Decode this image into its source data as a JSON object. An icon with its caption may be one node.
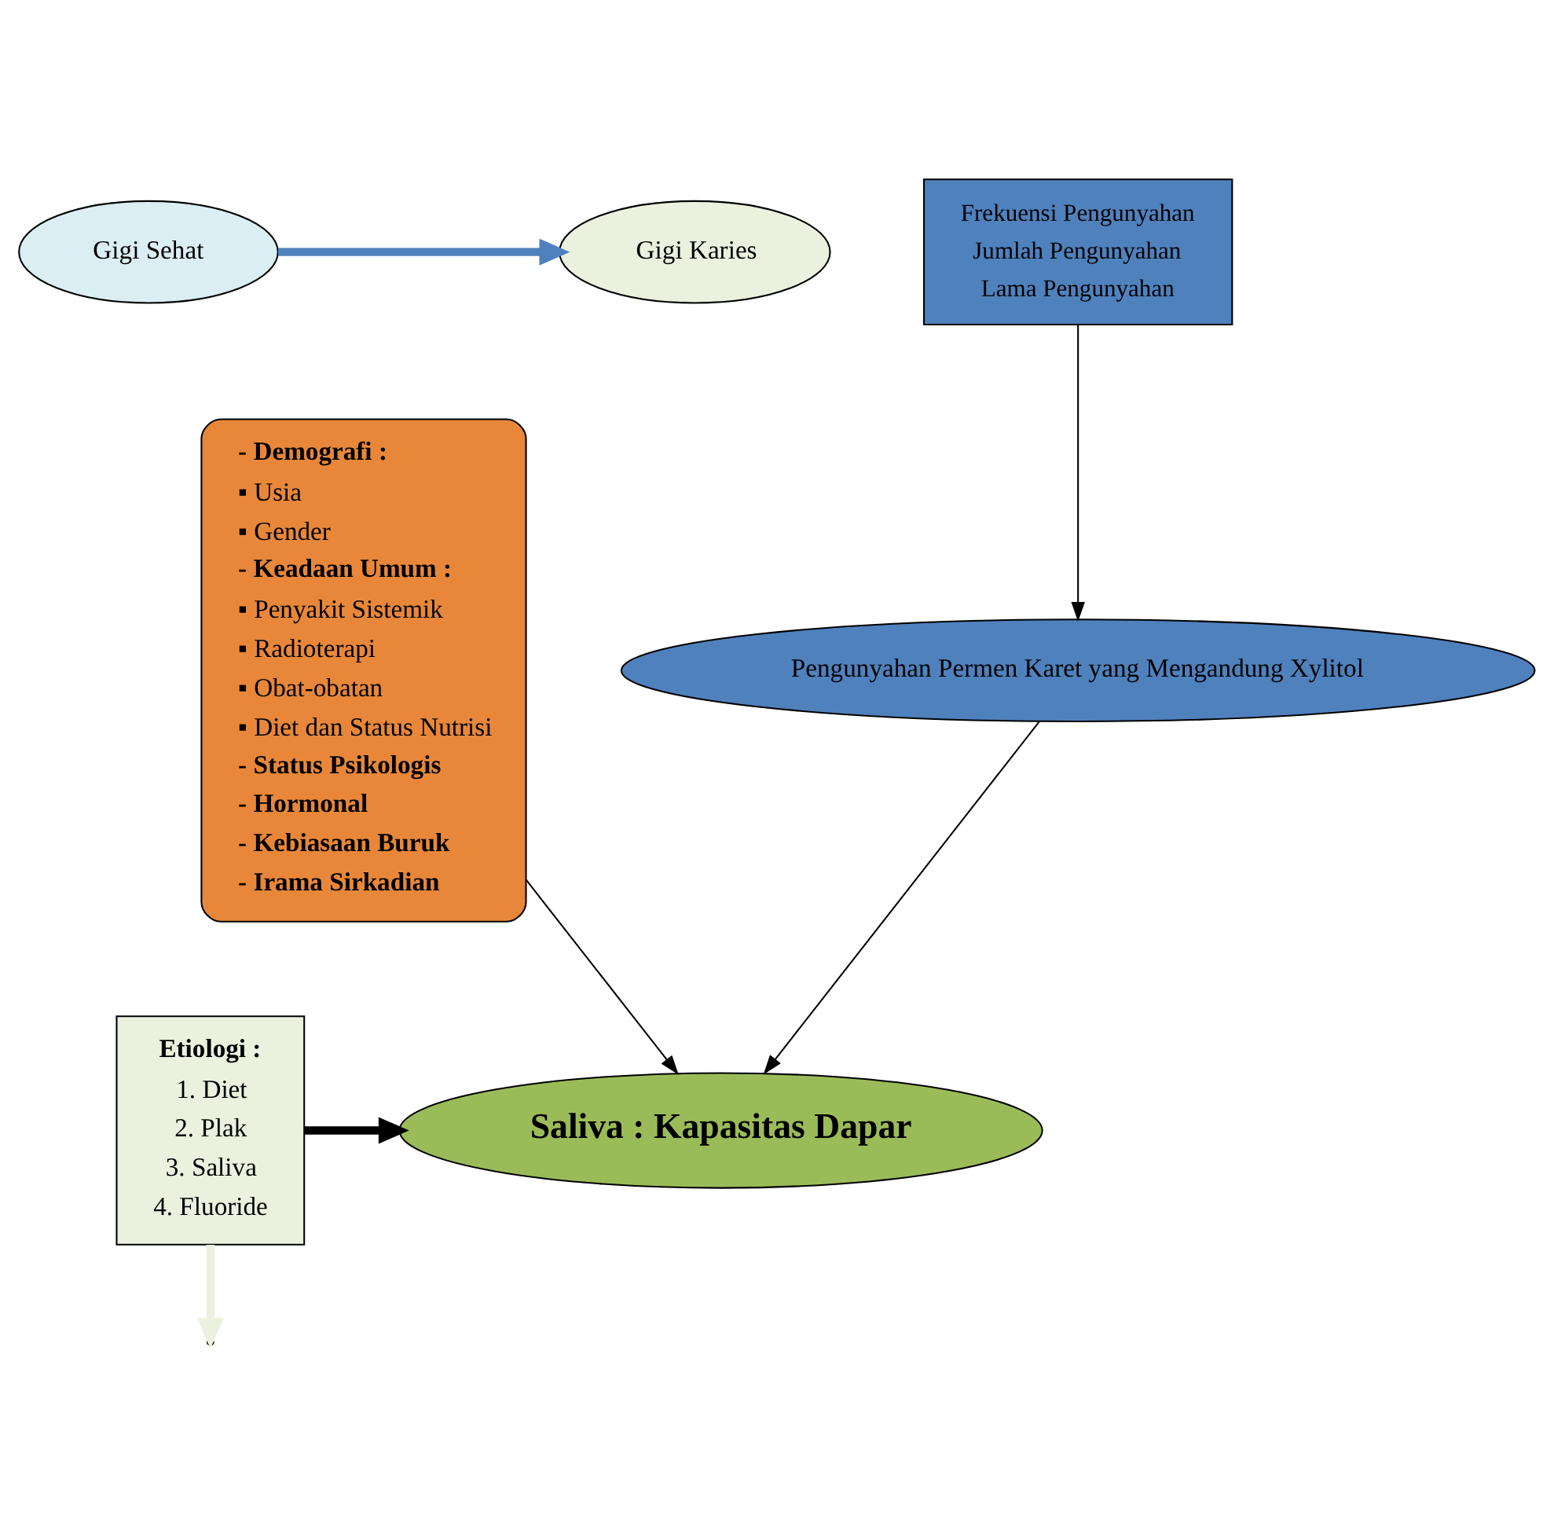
{
  "diagram": {
    "nodes": [
      {
        "text": [
          "Gigi Sehat"
        ]
      },
      {
        "text": [
          "Gigi Karies"
        ]
      },
      {
        "text": [
          "Etiologi :",
          "1. Diet",
          "2. Plak",
          "3. Saliva",
          "4. Fluoride"
        ]
      },
      {
        "text": [
          "Saliva : Kapasitas Dapar"
        ]
      },
      {
        "text": [
          "- Demografi :",
          "▪ Usia",
          "▪ Gender",
          "- Keadaan Umum :",
          "▪ Penyakit Sistemik",
          "▪ Radioterapi",
          "▪ Obat-obatan",
          "▪ Diet dan Status Nutrisi",
          "- Status Psikologis",
          "- Hormonal",
          "- Kebiasaan Buruk",
          "- Irama Sirkadian"
        ]
      },
      {
        "text": [
          "Pengunyahan Permen Karet yang Mengandung Xylitol"
        ]
      },
      {
        "text": [
          "Frekuensi Pengunyahan",
          "Jumlah Pengunyahan",
          "Lama Pengunyahan"
        ]
      }
    ],
    "edges": [
      {
        "from": 0,
        "to": 1,
        "arrow": "to",
        "style": "thick",
        "color": "#4f81bd"
      },
      {
        "from": 2,
        "to": null,
        "arrow": "to",
        "style": "thick",
        "color": "#ebf1de"
      },
      {
        "from": 2,
        "to": 3,
        "arrow": "to",
        "style": "thick"
      },
      {
        "from": 4,
        "to": 3,
        "arrow": "to"
      },
      {
        "from": 5,
        "to": 3,
        "arrow": "to"
      },
      {
        "from": 6,
        "to": 5,
        "arrow": "to"
      }
    ]
  }
}
